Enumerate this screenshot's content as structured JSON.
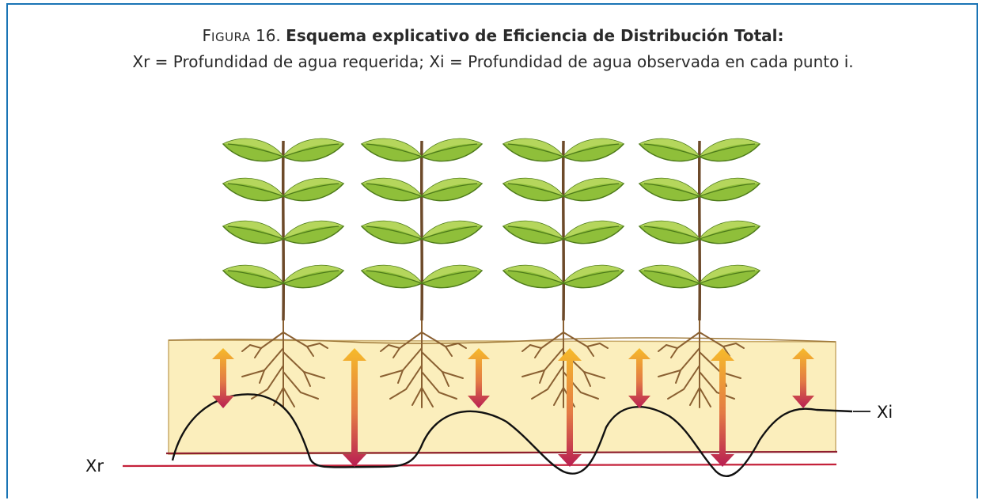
{
  "caption": {
    "figure_label_first": "F",
    "figure_label_rest": "IGURA",
    "figure_number": "16.",
    "title": "Esquema explicativo de Eficiencia de Distribución Total:",
    "legend": "Xr = Profundidad de agua requerida; Xi = Profundidad de agua observada en cada punto i."
  },
  "labels": {
    "xr": "Xr",
    "xi": "Xi"
  },
  "colors": {
    "frame": "#1a74b5",
    "soil": "#fbeebc",
    "required_line": "#c4213a",
    "arrow_top": "#f6ba2a",
    "arrow_bottom": "#b81e52",
    "leaf": "#8fbf3a",
    "stem": "#6d4a2a"
  },
  "icons": [
    "plant-icon",
    "root-icon",
    "double-arrow-icon"
  ]
}
